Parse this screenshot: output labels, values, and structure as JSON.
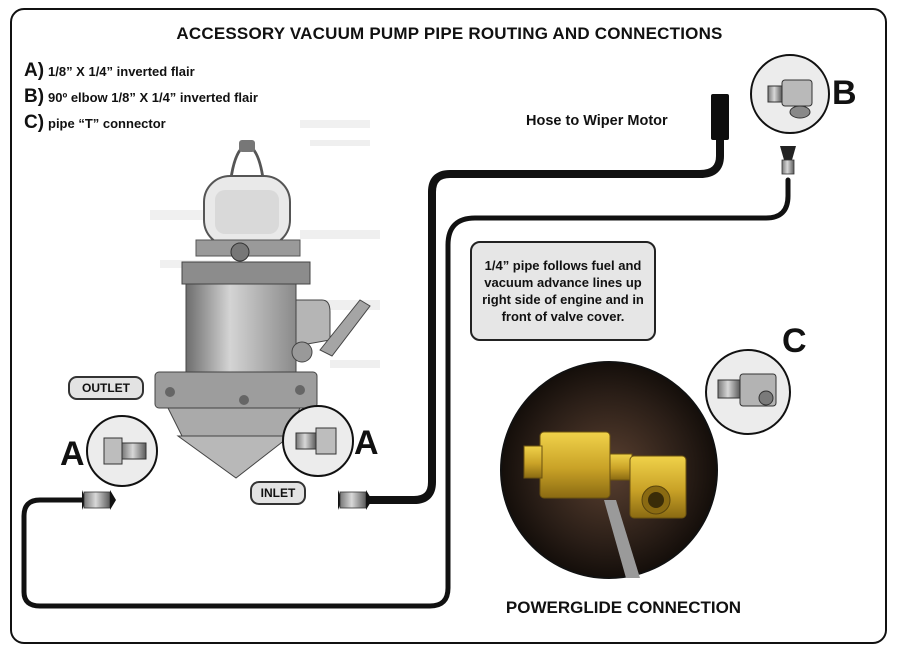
{
  "title": "ACCESSORY VACUUM PUMP PIPE ROUTING AND CONNECTIONS",
  "legend": [
    {
      "key": "A)",
      "text": "1/8” X 1/4” inverted flair"
    },
    {
      "key": "B)",
      "text": "90º elbow 1/8” X 1/4” inverted flair"
    },
    {
      "key": "C)",
      "text": "pipe “T” connector"
    }
  ],
  "hose_label": "Hose to Wiper Motor",
  "note": "1/4” pipe follows fuel and vacuum advance lines up right side of engine and in front of valve cover.",
  "outlet_label": "OUTLET",
  "inlet_label": "INLET",
  "callouts": {
    "a_left": "A",
    "a_right": "A",
    "b": "B",
    "c": "C"
  },
  "caption": "POWERGLIDE CONNECTION",
  "colors": {
    "pipe": "#111111",
    "brass": "#c9a227",
    "label_fill": "#e3e3e3"
  }
}
